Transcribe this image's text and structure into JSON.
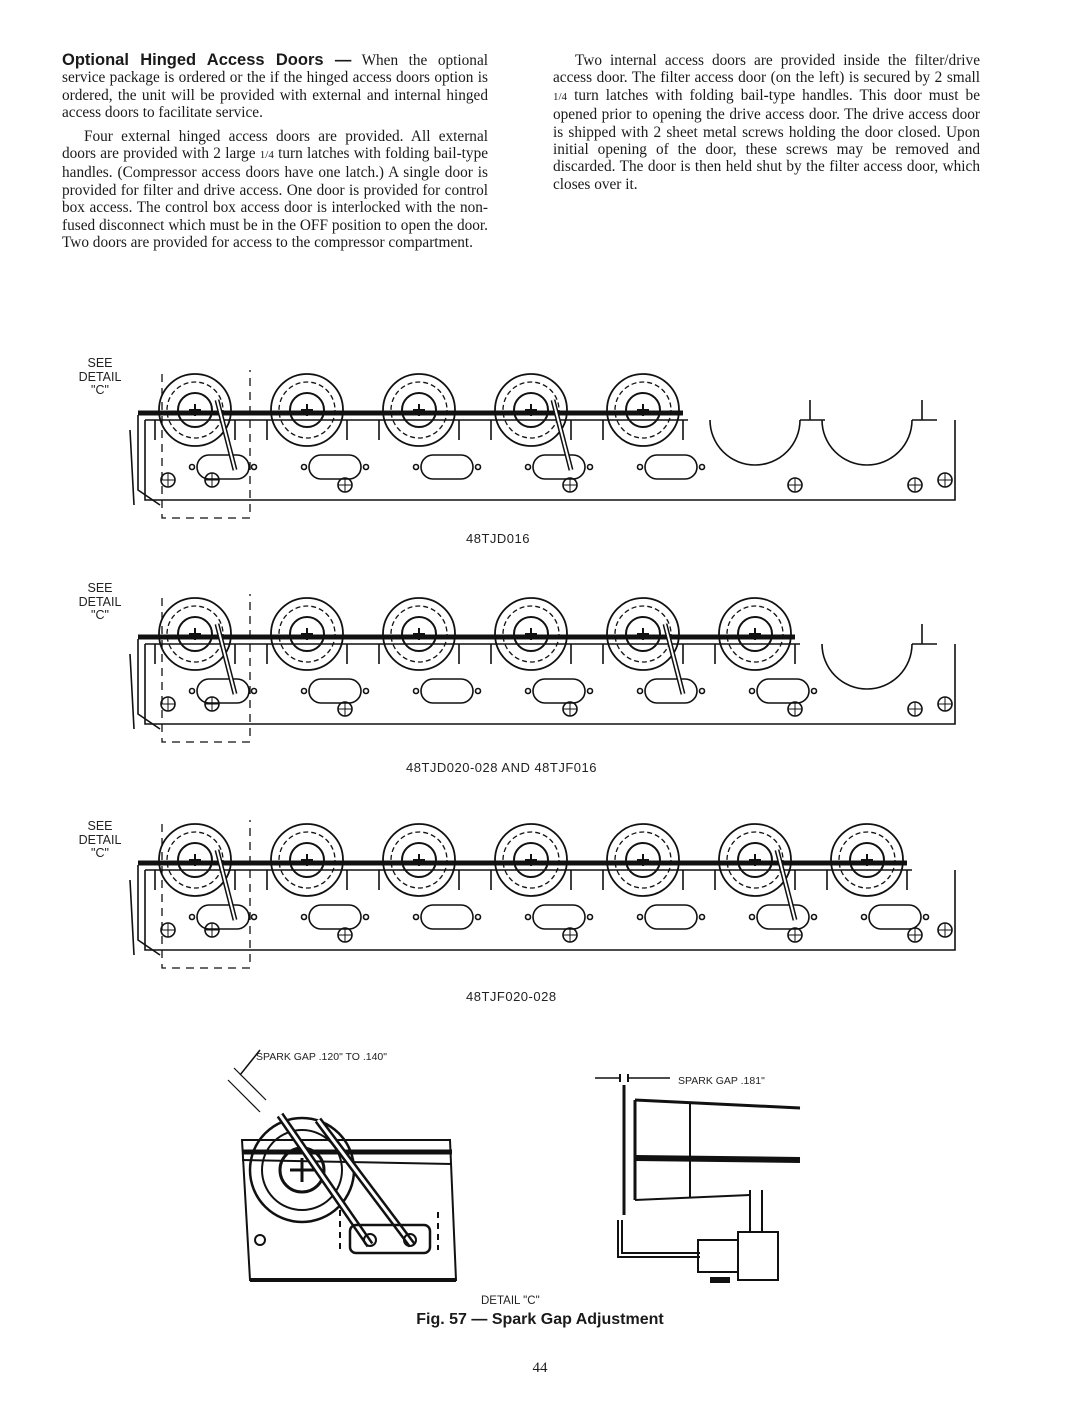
{
  "left_column": {
    "heading": "Optional Hinged Access Doors —",
    "p1_rest": " When the optional service package is ordered or the if the hinged access doors option is ordered, the unit will be provided with external and internal hinged access doors to facilitate service.",
    "p2_a": "Four external hinged access doors are provided. All external doors are provided with 2 large ",
    "p2_frac": "1/4",
    "p2_b": " turn latches with folding bail-type handles. (Compressor access doors have one latch.) A single door is provided for filter and drive access. One door is provided for control box access. The control box access door is interlocked with the non-fused disconnect which must be in the OFF position to open the door. Two doors are provided for access to the compressor compartment."
  },
  "right_column": {
    "p1_a": "Two internal access doors are provided inside the filter/drive access door. The filter access door (on the left) is secured by 2 small ",
    "p1_frac": "1/4",
    "p1_b": " turn latches with folding bail-type handles. This door must be opened prior to opening the drive access door. The drive access door is shipped with 2 sheet metal screws holding the door closed. Upon initial opening of the door, these screws may be removed and discarded. The door is then held shut by the filter access door, which closes over it."
  },
  "diagrams": [
    {
      "see_lines": [
        "SEE",
        "DETAIL",
        "\"C\""
      ],
      "model_label": "48TJD016"
    },
    {
      "see_lines": [
        "SEE",
        "DETAIL",
        "\"C\""
      ],
      "model_label": "48TJD020-028 AND 48TJF016"
    },
    {
      "see_lines": [
        "SEE",
        "DETAIL",
        "\"C\""
      ],
      "model_label": "48TJF020-028"
    }
  ],
  "detail": {
    "spark_gap_left": "SPARK GAP .120\" TO .140\"",
    "spark_gap_right": "SPARK GAP .181\"",
    "detail_label": "DETAIL \"C\""
  },
  "figure_caption": "Fig. 57 — Spark Gap Adjustment",
  "page_number": "44"
}
